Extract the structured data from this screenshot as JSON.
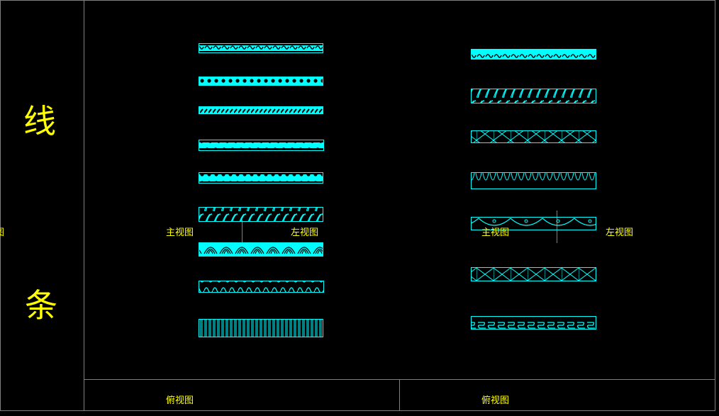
{
  "side_title": {
    "char1": "线",
    "char2": "条"
  },
  "left_panel": {
    "front_view": "主视图",
    "left_view": "左视图",
    "top_view": "俯视图",
    "cut_label": "图"
  },
  "right_panel": {
    "front_view": "主视图",
    "left_view": "左视图",
    "top_view": "俯视图"
  },
  "colors": {
    "molding": "#00ffff",
    "label": "#ffff00",
    "frame": "#808080",
    "background": "#000000"
  }
}
